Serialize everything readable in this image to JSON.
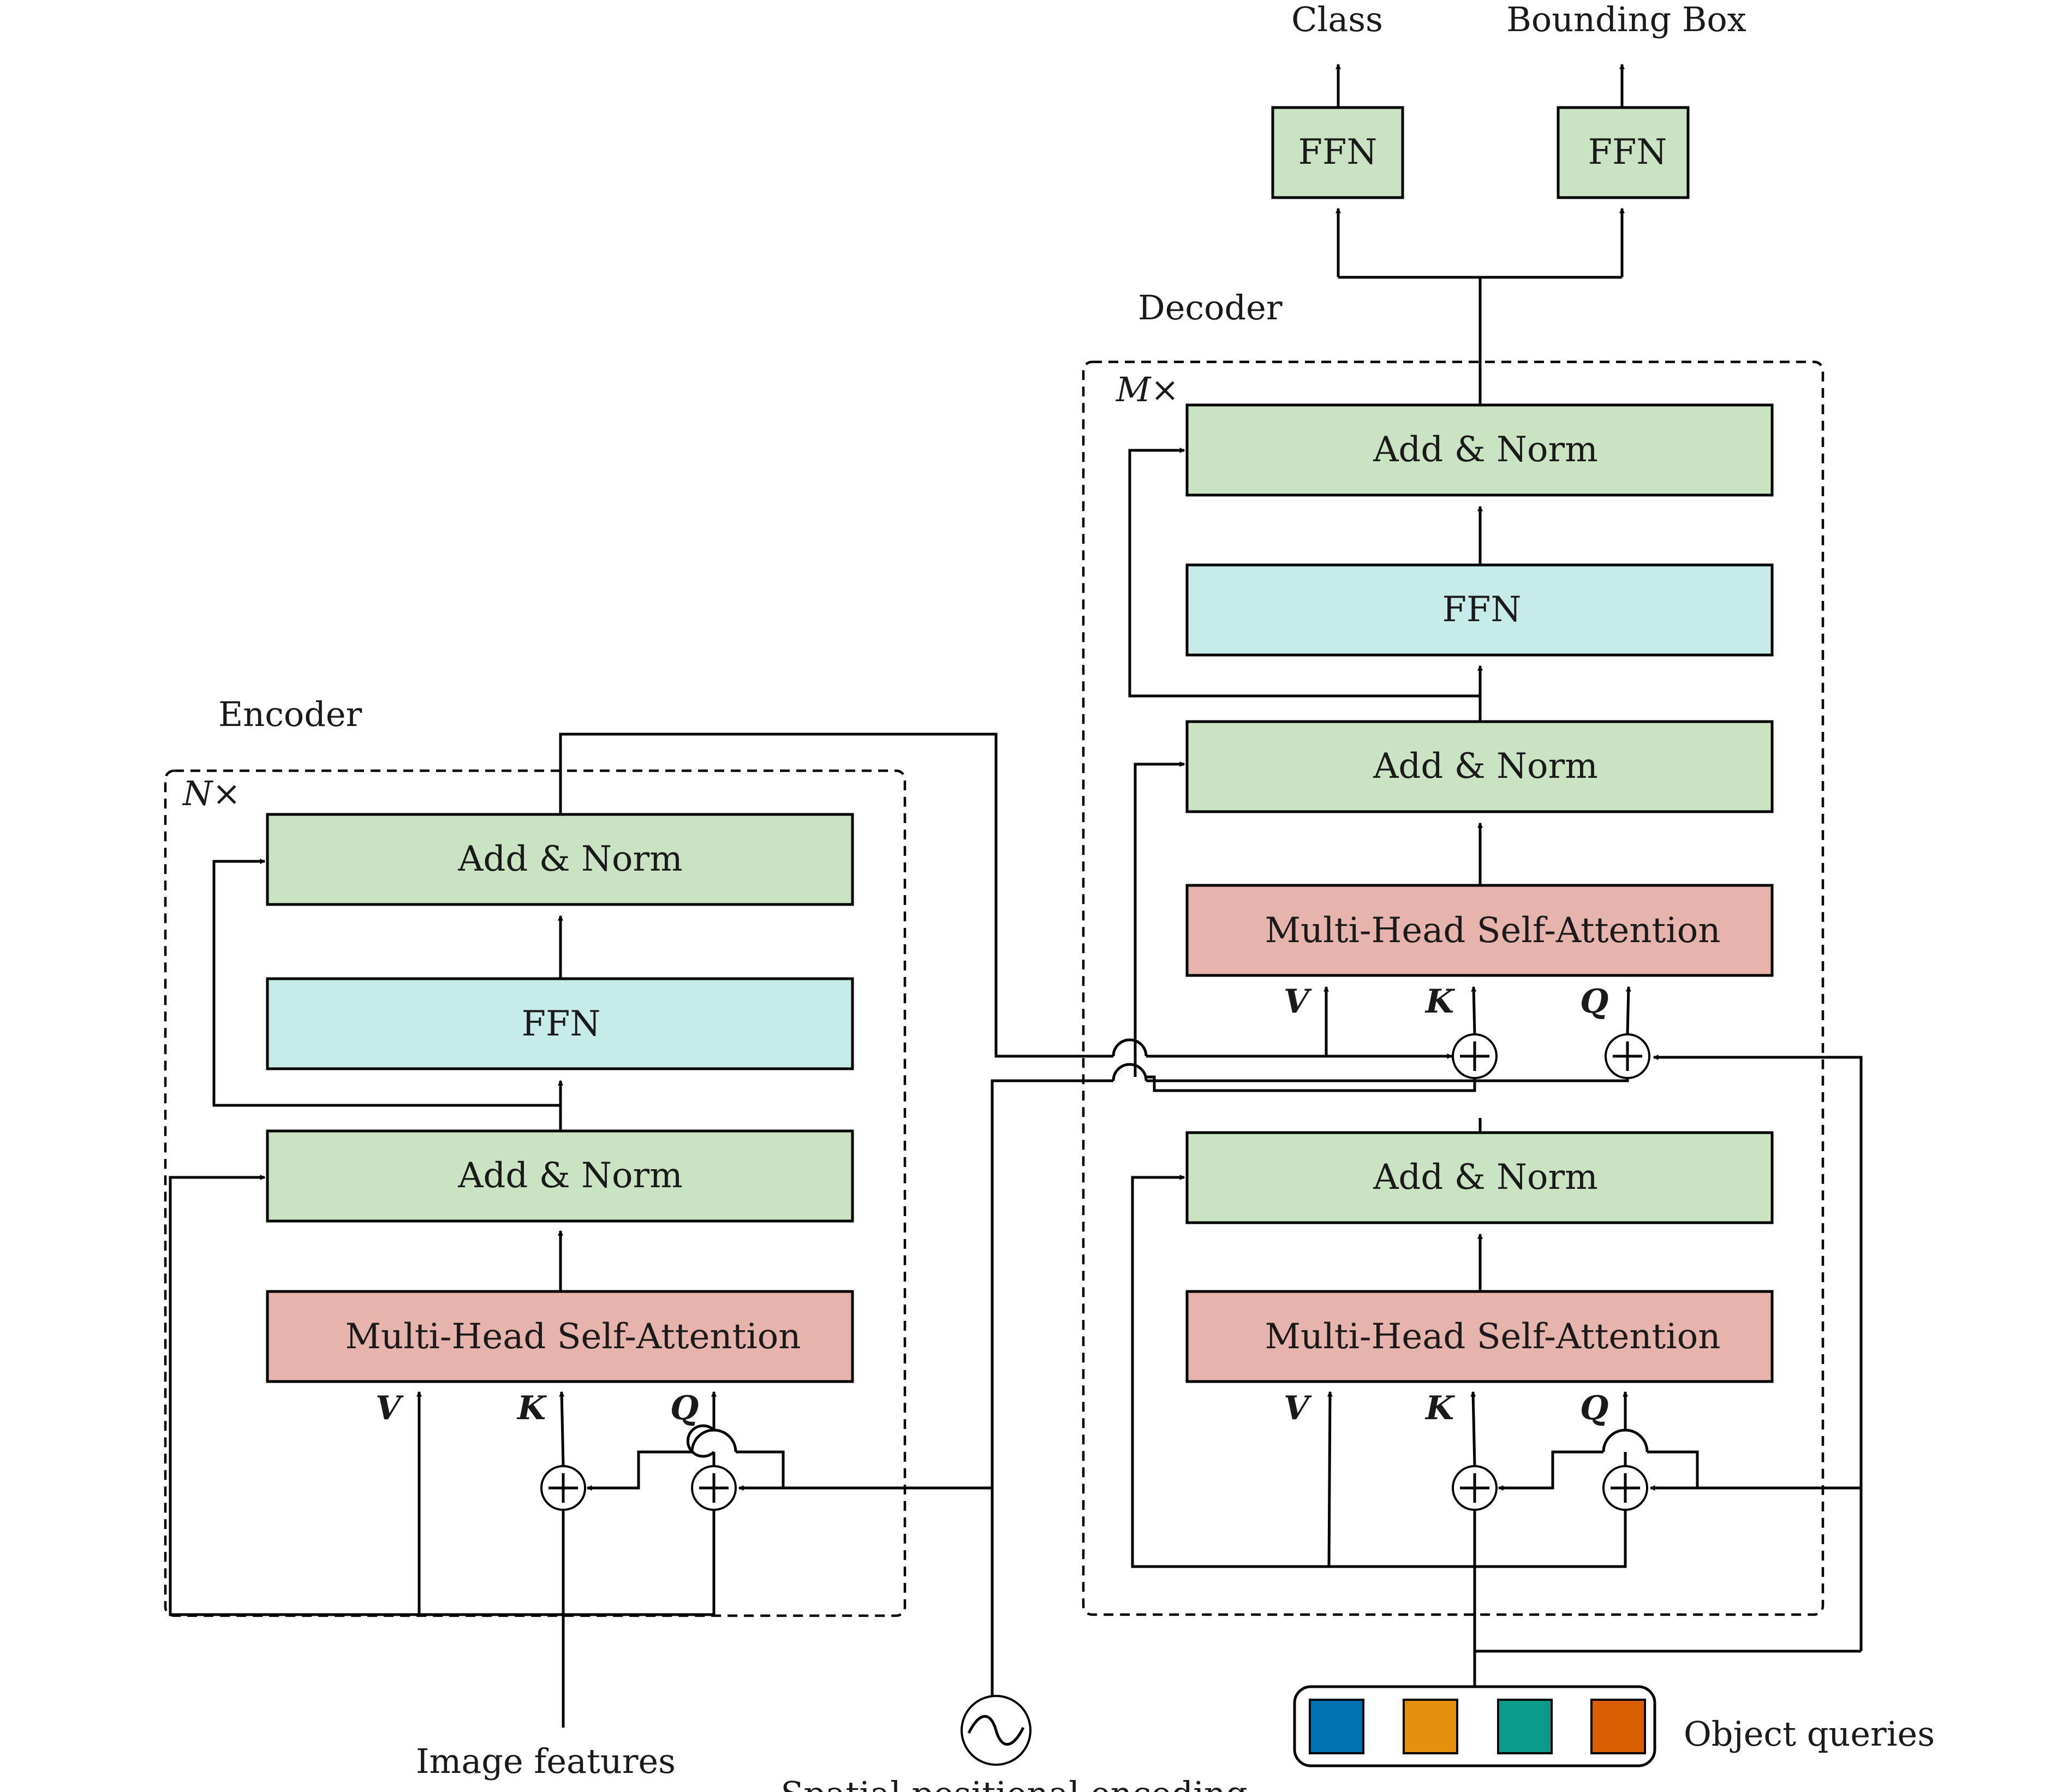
{
  "colors": {
    "add_norm": "#c9e3c3",
    "ffn": "#c7ebe8",
    "attention": "#e6b4ad",
    "query_blue": "#0072b2",
    "query_orange": "#e69010",
    "query_teal": "#0b9b8c",
    "query_vermilion": "#d95f02"
  },
  "encoder": {
    "title": "Encoder",
    "repeat": "N×",
    "add_norm_top": "Add & Norm",
    "ffn": "FFN",
    "add_norm_bottom": "Add & Norm",
    "attention": "Multi-Head Self-Attention",
    "v": "V",
    "k": "K",
    "q": "Q"
  },
  "decoder": {
    "title": "Decoder",
    "repeat": "M×",
    "add_norm_top": "Add & Norm",
    "ffn": "FFN",
    "add_norm_middle": "Add & Norm",
    "cross_attention": "Multi-Head Self-Attention",
    "add_norm_bottom": "Add & Norm",
    "self_attention": "Multi-Head Self-Attention",
    "cross_v": "V",
    "cross_k": "K",
    "cross_q": "Q",
    "self_v": "V",
    "self_k": "K",
    "self_q": "Q"
  },
  "heads": {
    "class_ffn": "FFN",
    "bbox_ffn": "FFN",
    "class_label": "Class",
    "bbox_label": "Bounding Box"
  },
  "inputs": {
    "image_features": "Image features",
    "positional_encoding": "Spatial positional encoding",
    "object_queries": "Object queries"
  }
}
